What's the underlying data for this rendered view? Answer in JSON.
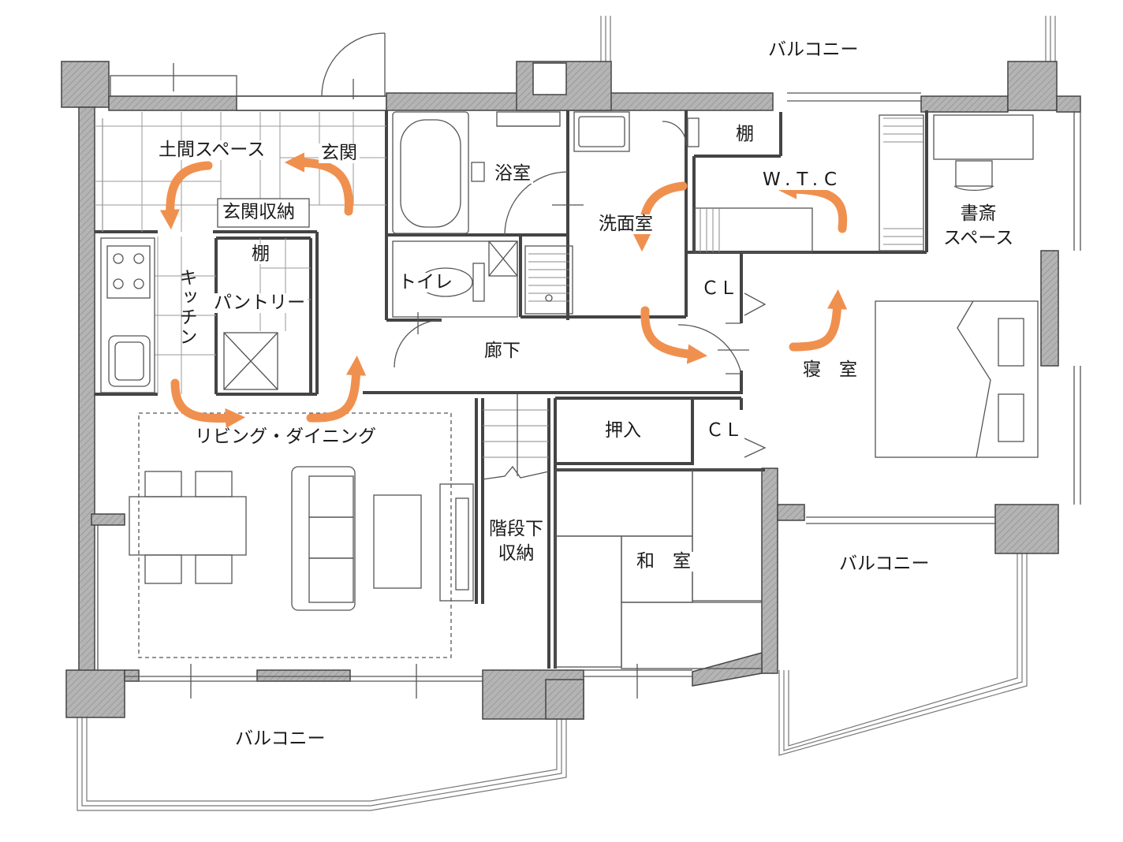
{
  "colors": {
    "wall_fill": "#a9a9a9",
    "line": "#555555",
    "arrow": "#f0904f",
    "background": "#ffffff"
  },
  "rooms": {
    "balcony_top": "バルコニー",
    "balcony_right": "バルコニー",
    "balcony_bottom": "バルコニー",
    "doma_space": "土間スペース",
    "genkan": "玄関",
    "genkan_storage": "玄関収納",
    "shelf_pantry": "棚",
    "kitchen": "キッチン",
    "pantry": "パントリー",
    "bathroom": "浴室",
    "toilet": "トイレ",
    "washroom": "洗面室",
    "shelf_wtc": "棚",
    "wtc": "W.T.C",
    "study_space": "書斎\nスペース",
    "closet_upper": "ＣＬ",
    "closet_lower": "ＣＬ",
    "hallway": "廊下",
    "bedroom": "寝　室",
    "living_dining": "リビング・ダイニング",
    "oshiire": "押入",
    "under_stairs_storage": "階段下\n収納",
    "washitsu": "和　室"
  },
  "flow_arrows": [
    {
      "name": "doma-turn-arrow",
      "icon": "curved-arrow-icon"
    },
    {
      "name": "genkan-entry-arrow",
      "icon": "curved-arrow-icon"
    },
    {
      "name": "kitchen-to-living-arrow",
      "icon": "curved-arrow-icon"
    },
    {
      "name": "living-to-hall-arrow",
      "icon": "curved-arrow-icon"
    },
    {
      "name": "washroom-arrow",
      "icon": "curved-arrow-icon"
    },
    {
      "name": "washroom-to-hall-arrow",
      "icon": "curved-arrow-icon"
    },
    {
      "name": "bedroom-to-wtc-arrow",
      "icon": "curved-arrow-icon"
    },
    {
      "name": "wtc-loop-arrow",
      "icon": "curved-arrow-icon"
    }
  ]
}
